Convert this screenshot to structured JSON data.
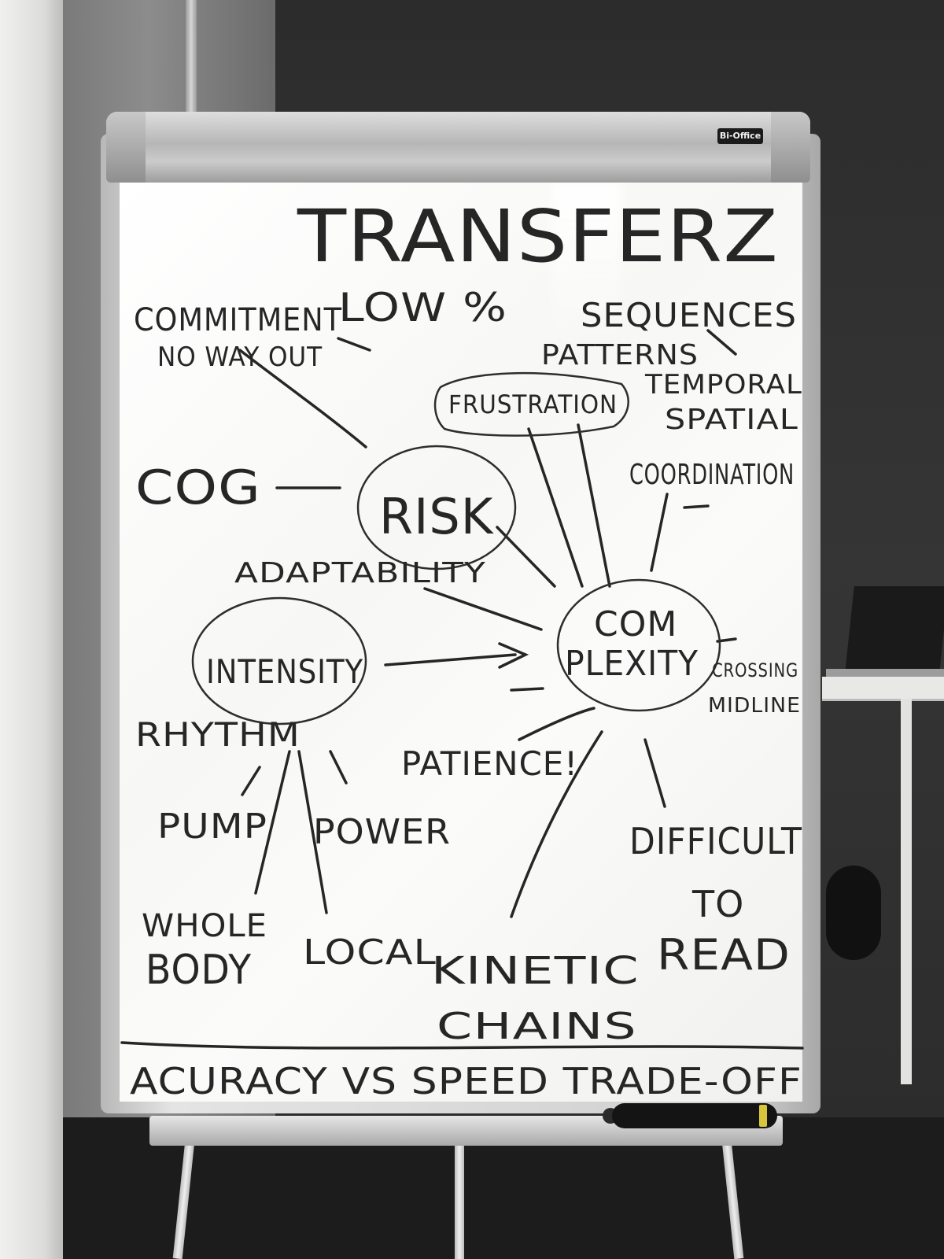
{
  "brand": "Bi-Office",
  "title": "TRANSFERZ",
  "hubs": {
    "risk": "RISK",
    "intensity": "INTENSITY",
    "complexity_top": "COM",
    "complexity_bottom": "PLEXITY"
  },
  "notes": {
    "commitment": "COMMITMENT",
    "no_way_out": "NO WAY OUT",
    "low": "LOW %",
    "sequences": "SEQUENCES",
    "patterns": "PATTERNS",
    "frustration": "FRUSTRATION",
    "temporal": "TEMPORAL",
    "spatial": "SPATIAL",
    "cog": "COG",
    "coordination": "COORDINATION",
    "adaptability": "ADAPTABILITY",
    "crossing": "CROSSING",
    "midline": "MIDLINE",
    "rhythm": "RHYTHM",
    "patience": "PATIENCE!",
    "pump": "PUMP",
    "power": "POWER",
    "difficult": "DIFFICULT",
    "to": "TO",
    "read": "READ",
    "whole": "WHOLE",
    "body": "BODY",
    "local": "LOCAL",
    "kinetic": "KINETIC",
    "chains": "CHAINS",
    "footer": "ACURACY VS SPEED TRADE-OFF"
  }
}
